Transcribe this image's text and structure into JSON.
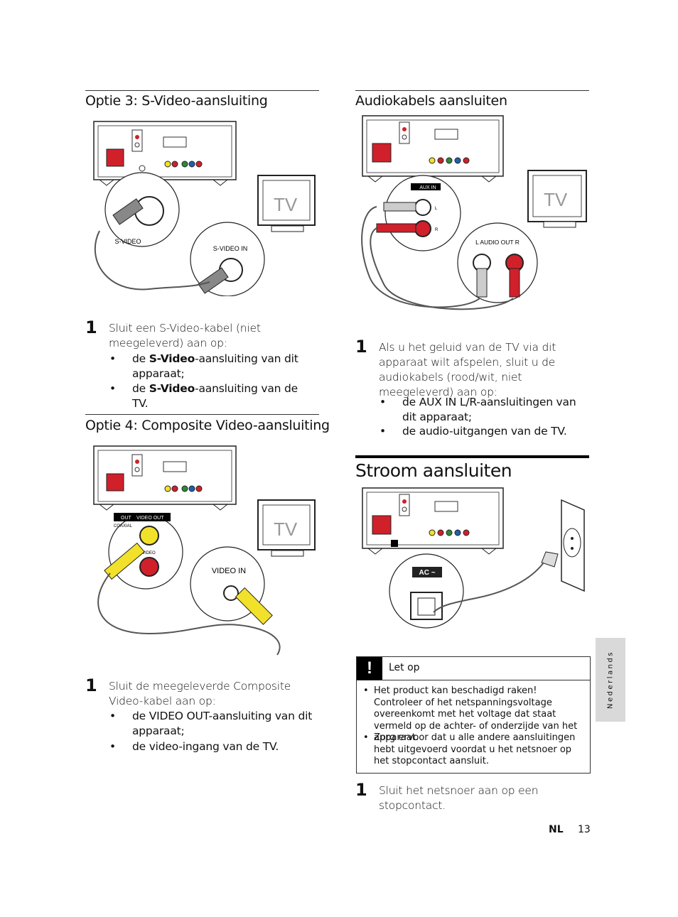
{
  "left": {
    "opt3_title": "Optie 3: S-Video-aansluiting",
    "opt3_fig": {
      "plug_label": "S-VIDEO",
      "tv_port_label": "S-VIDEO IN",
      "tv_logo": "TV"
    },
    "opt3_step_num": "1",
    "opt3_step_text": "Sluit een S-Video-kabel (niet meegeleverd) aan op:",
    "opt3_b1_pre": "de ",
    "opt3_b1_bold": "S-Video",
    "opt3_b1_post": "-aansluiting van dit apparaat;",
    "opt3_b2_pre": "de ",
    "opt3_b2_bold": "S-Video",
    "opt3_b2_post": "-aansluiting van de TV.",
    "opt4_title": "Optie 4: Composite Video-aansluiting",
    "opt4_fig": {
      "label_out": "OUT",
      "label_video_out": "VIDEO OUT",
      "label_coaxial": "COAXIAL",
      "label_video": "VIDEO",
      "tv_port_label": "VIDEO IN",
      "tv_logo": "TV"
    },
    "opt4_step_num": "1",
    "opt4_step_text": "Sluit de meegeleverde Composite Video-kabel aan op:",
    "opt4_b1_pre": "de ",
    "opt4_b1_bold": "VIDEO OUT",
    "opt4_b1_post": "-aansluiting van dit apparaat;",
    "opt4_b2": "de video-ingang van de TV."
  },
  "right": {
    "audio_title": "Audiokabels aansluiten",
    "audio_fig": {
      "aux_label": "AUX IN",
      "l_label": "L",
      "r_label": "R",
      "tv_port_label": "L  AUDIO OUT  R",
      "tv_logo": "TV"
    },
    "audio_step_num": "1",
    "audio_step_text": "Als u het geluid van de TV via dit apparaat wilt afspelen, sluit u de audiokabels (rood/wit, niet meegeleverd) aan op:",
    "audio_b1_pre": "de ",
    "audio_b1_bold": "AUX IN L/R",
    "audio_b1_post": "-aansluitingen van dit apparaat;",
    "audio_b2": "de audio-uitgangen van de TV.",
    "power_title": "Stroom aansluiten",
    "power_fig": {
      "ac_label": "AC ~"
    },
    "warning_icon": "!",
    "warning_title": "Let op",
    "warning_items": [
      "Het product kan beschadigd raken! Controleer of het netspanningsvoltage overeenkomt met het voltage dat staat vermeld op de achter- of onderzijde van het apparaat.",
      "Zorg ervoor dat u alle andere aansluitingen hebt uitgevoerd voordat u het netsnoer op het stopcontact aansluit."
    ],
    "power_step_num": "1",
    "power_step_text": "Sluit het netsnoer aan op een stopcontact."
  },
  "side_tab": "Nederlands",
  "footer": {
    "lang": "NL",
    "page": "13"
  },
  "colors": {
    "red": "#d0202a",
    "yellow": "#f2e12a",
    "green": "#2a8a3a",
    "blue": "#1f5fae",
    "tab_gray": "#d9d9d9"
  }
}
